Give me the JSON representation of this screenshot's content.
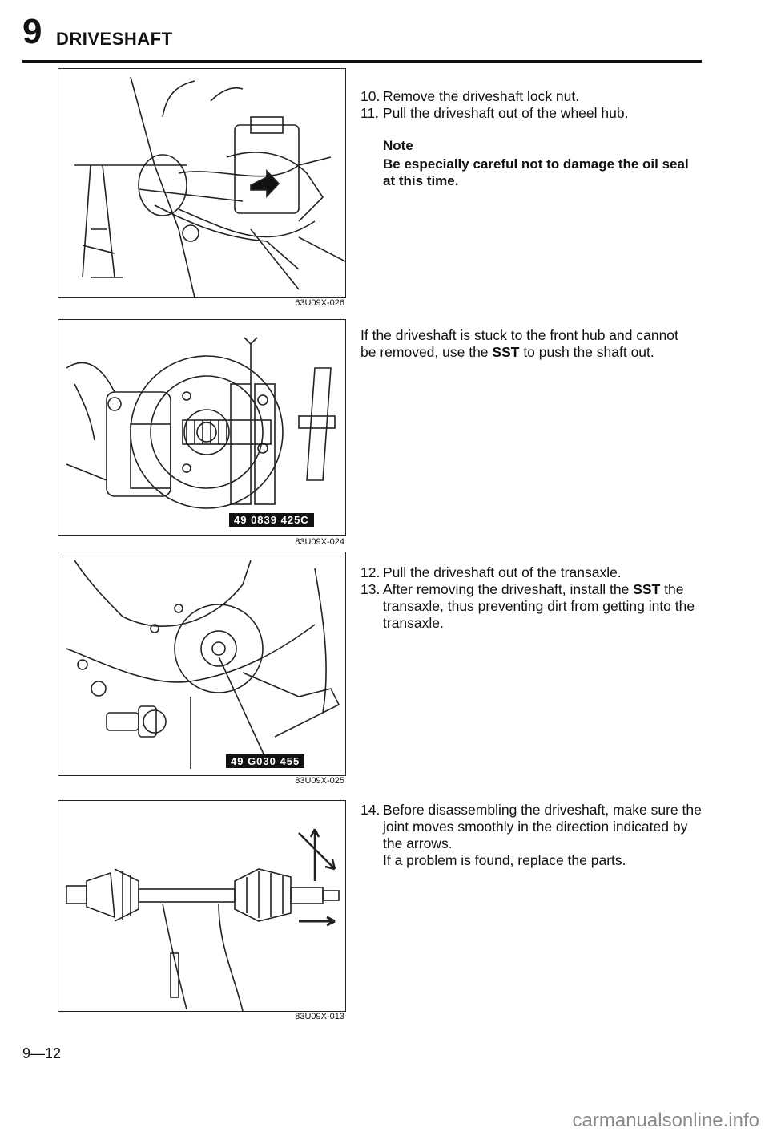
{
  "header": {
    "chapter_number": "9",
    "chapter_title": "DRIVESHAFT"
  },
  "figures": [
    {
      "code": "63U09X-026"
    },
    {
      "code": "83U09X-024",
      "sst_label": "49 0839 425C"
    },
    {
      "code": "83U09X-025",
      "sst_label": "49 G030 455"
    },
    {
      "code": "83U09X-013"
    }
  ],
  "section1": {
    "steps": [
      {
        "num": "10.",
        "text": "Remove the driveshaft lock nut."
      },
      {
        "num": "11.",
        "text": "Pull the driveshaft out of the wheel hub."
      }
    ],
    "note_title": "Note",
    "note_body": "Be especially careful not to damage the oil seal at this time."
  },
  "section2": {
    "text_a": "If the driveshaft is stuck to the front hub and cannot be removed, use the ",
    "sst": "SST",
    "text_b": " to push the shaft out."
  },
  "section3": {
    "step12_num": "12.",
    "step12_text": "Pull the driveshaft out of the transaxle.",
    "step13_num": "13.",
    "step13_text_a": "After removing the driveshaft, install the ",
    "step13_sst": "SST",
    "step13_text_b": " the transaxle, thus preventing dirt from getting into the transaxle."
  },
  "section4": {
    "step_num": "14.",
    "step_text": "Before disassembling the driveshaft, make sure the joint moves smoothly in the direction indicated by the arrows.",
    "followup": "If a problem is found, replace the parts."
  },
  "page_number": "9—12",
  "footer": {
    "watermark": "carmanualsonline.info"
  }
}
